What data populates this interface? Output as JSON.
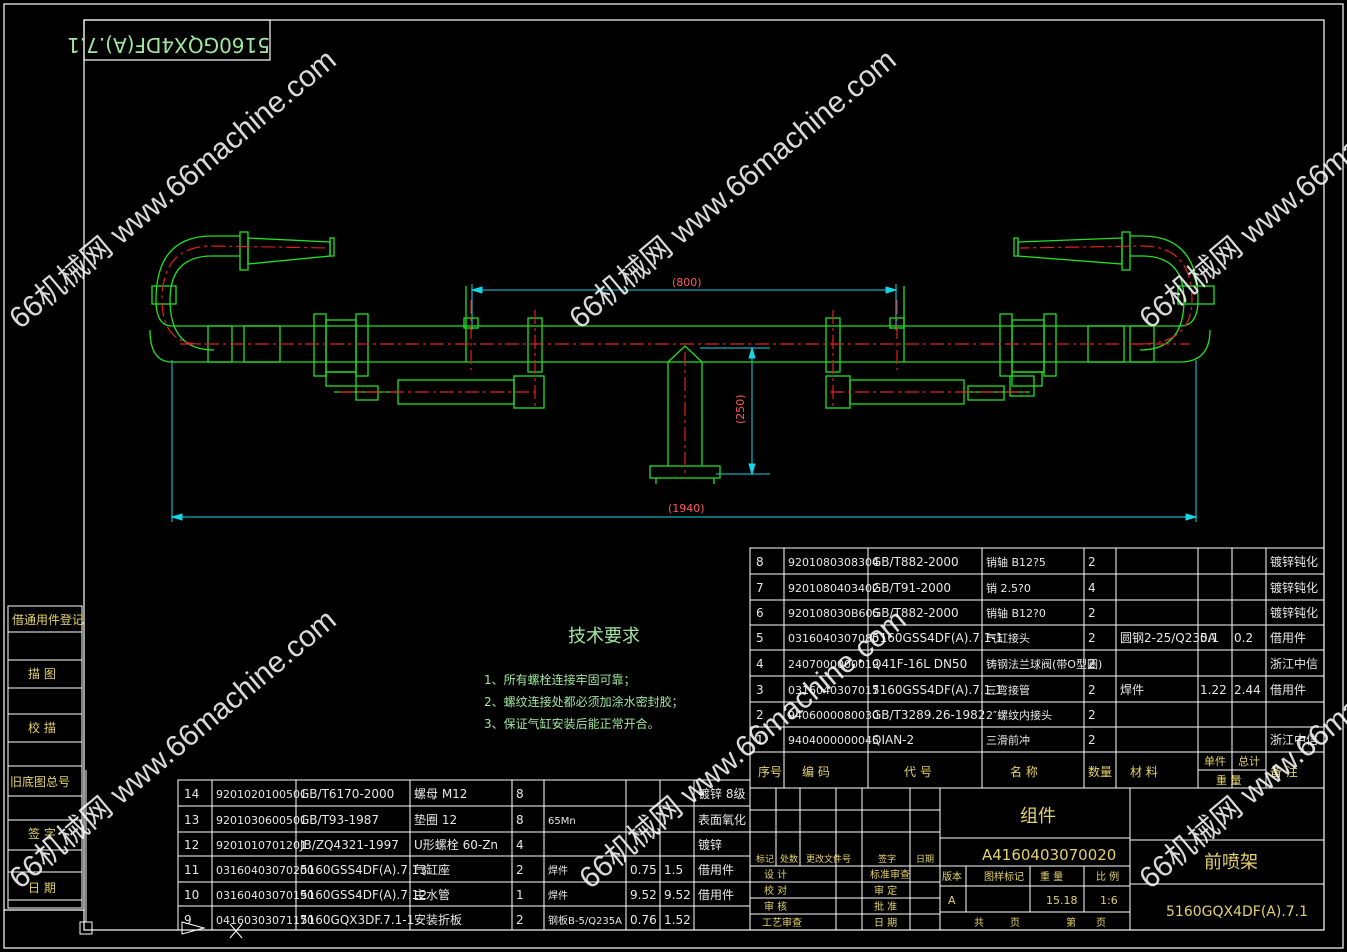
{
  "drawing_code_rotated": "5160GQX4DF(A).7.1",
  "dimensions": {
    "top": "(800)",
    "height": "(250)",
    "overall": "(1940)"
  },
  "technical_requirements": {
    "title": "技术要求",
    "items": [
      "1、所有螺栓连接牢固可靠；",
      "2、螺纹连接处都必须加涂水密封胶；",
      "3、保证气缸安装后能正常开合。"
    ]
  },
  "left_strip": [
    "借通用件登记",
    "描 图",
    "校 描",
    "旧底图总号",
    "签 字",
    "日 期"
  ],
  "upper_bom": [
    [
      "8",
      "9201080308304",
      "GB/T882-2000",
      "销轴 B12?5",
      "2",
      "",
      "",
      "",
      "镀锌钝化"
    ],
    [
      "7",
      "9201080403402",
      "GB/T91-2000",
      "销 2.5?0",
      "4",
      "",
      "",
      "",
      "镀锌钝化"
    ],
    [
      "6",
      "920108030B605",
      "GB/T882-2000",
      "销轴 B12?0",
      "2",
      "",
      "",
      "",
      "镀锌钝化"
    ],
    [
      "5",
      "0316040307080",
      "5160GSS4DF(A).7.1-1",
      "气缸接头",
      "2",
      "圆钢2-25/Q235A",
      "0.1",
      "0.2",
      "借用件"
    ],
    [
      "4",
      "2407000000019",
      "Q41F-16L DN50",
      "铸钢法兰球阀(带O型圈)",
      "2",
      "",
      "",
      "",
      "浙江中信"
    ],
    [
      "3",
      "0316040307017",
      "5160GSS4DF(A).7.1.1",
      "三弯接管",
      "2",
      "焊件",
      "1.22",
      "2.44",
      "借用件"
    ],
    [
      "2",
      "9406000080030",
      "GB/T3289.26-1982",
      "2″螺纹内接头",
      "2",
      "",
      "",
      "",
      ""
    ],
    [
      "1",
      "9404000000045",
      "QIAN-2",
      "三滑前冲",
      "2",
      "",
      "",
      "",
      "浙江中信"
    ]
  ],
  "upper_header": {
    "no": "序号",
    "code": "编 码",
    "ref": "代 号",
    "name": "名 称",
    "qty": "数量",
    "material": "材 料",
    "unit": "单件",
    "total": "总计",
    "weight": "重 量",
    "remark": "备 注"
  },
  "lower_bom": [
    [
      "14",
      "9201020100501",
      "GB/T6170-2000",
      "螺母 M12",
      "8",
      "",
      "",
      "",
      "镀锌 8级"
    ],
    [
      "13",
      "9201030600501",
      "GB/T93-1987",
      "垫圈 12",
      "8",
      "65Mn",
      "",
      "",
      "表面氧化"
    ],
    [
      "12",
      "9201010701201",
      "JB/ZQ4321-1997",
      "U形螺栓 60-Zn",
      "4",
      "",
      "",
      "",
      "镀锌"
    ],
    [
      "11",
      "03160403070200",
      "5160GSS4DF(A).7.13",
      "气缸座",
      "2",
      "焊件",
      "0.75",
      "1.5",
      "借用件"
    ],
    [
      "10",
      "03160403070190",
      "5160GSS4DF(A).7.12",
      "主水管",
      "1",
      "焊件",
      "9.52",
      "9.52",
      "借用件"
    ],
    [
      "9",
      "04160303071170",
      "5160GQX3DF.7.1-1",
      "安装折板",
      "2",
      "钢板B-5/Q235A",
      "0.76",
      "1.52",
      ""
    ]
  ],
  "title_block": {
    "assembly": "组件",
    "code": "A4160403070020",
    "name": "前喷架",
    "drawing_no": "5160GQX4DF(A).7.1",
    "rev_headers": [
      "标记",
      "处数",
      "更改文件号",
      "签字",
      "日期"
    ],
    "sign_rows": [
      [
        "设 计",
        "标准审查"
      ],
      [
        "校 对",
        "审 定"
      ],
      [
        "审 核",
        "批 准"
      ],
      [
        "工艺审查",
        "日 期"
      ]
    ],
    "stage_headers": [
      "版本",
      "图样标记",
      "重 量",
      "比 例"
    ],
    "stage_values": [
      "A",
      "",
      "15.18",
      "1:6"
    ],
    "sheet": [
      "共",
      "页",
      "第",
      "页"
    ]
  },
  "watermark": "66机械网 www.66machine.com",
  "colors": {
    "frame": "#ffffff",
    "lines": "#22e022",
    "center": "#e02020",
    "dim": "#14d6e6",
    "text": "#9fe89f"
  }
}
